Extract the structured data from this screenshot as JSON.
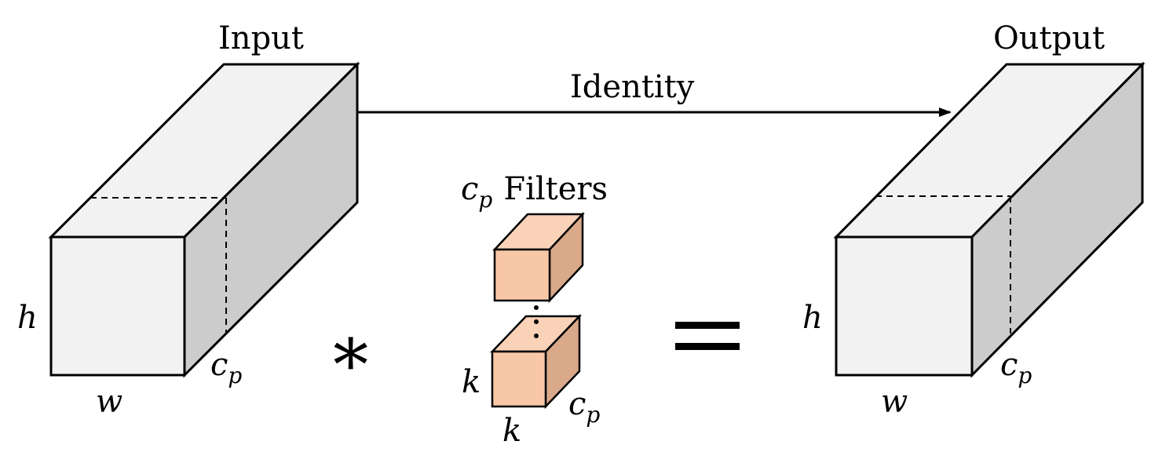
{
  "input_label": "Input",
  "output_label": "Output",
  "arrow_label": "Identity",
  "filters_label": "Filters",
  "operator_conv": "∗",
  "operator_eq": "=",
  "dim_h": "h",
  "dim_w": "w",
  "dim_k": "k",
  "dim_c": "c",
  "dim_c_sub": "p",
  "colors": {
    "block_front": "#f2f2f2",
    "block_side": "#cccccc",
    "filter_front": "#f8c7a6",
    "filter_top": "#f9d2b8",
    "filter_side": "#d9a98a",
    "stroke": "#000000"
  }
}
